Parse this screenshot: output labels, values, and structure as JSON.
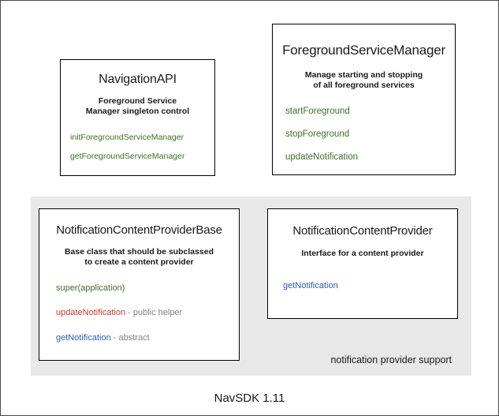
{
  "diagram": {
    "footer_caption": "NavSDK 1.11",
    "colors": {
      "method_green": "#3d7029",
      "method_red": "#c0392b",
      "method_blue": "#2c5fa8",
      "annotation_gray": "#808080",
      "panel_background": "#e8e8e8",
      "box_border": "#000000",
      "canvas_background": "#ffffff"
    },
    "boxes": {
      "navigation_api": {
        "title": "NavigationAPI",
        "description_line1": "Foreground Service",
        "description_line2": "Manager singleton control",
        "members": [
          {
            "name": "initForegroundServiceManager",
            "note": ""
          },
          {
            "name": "getForegroundServiceManager",
            "note": ""
          }
        ]
      },
      "foreground_service_manager": {
        "title": "ForegroundServiceManager",
        "description_line1": "Manage starting and stopping",
        "description_line2": "of all foreground services",
        "members": [
          {
            "name": "startForeground",
            "note": ""
          },
          {
            "name": "stopForeground",
            "note": ""
          },
          {
            "name": "updateNotification",
            "note": ""
          }
        ]
      },
      "notification_content_provider_base": {
        "title": "NotificationContentProviderBase",
        "description_line1": "Base class that should be subclassed",
        "description_line2": "to create a content provider",
        "members": [
          {
            "name": "super(application)",
            "note": ""
          },
          {
            "name": "updateNotification",
            "note": " - public helper"
          },
          {
            "name": "getNotification",
            "note": " - abstract"
          }
        ]
      },
      "notification_content_provider": {
        "title": "NotificationContentProvider",
        "description_line1": "Interface for a content provider",
        "description_line2": "",
        "members": [
          {
            "name": "getNotification",
            "note": ""
          }
        ]
      }
    },
    "panel": {
      "label": "notification provider support"
    }
  }
}
